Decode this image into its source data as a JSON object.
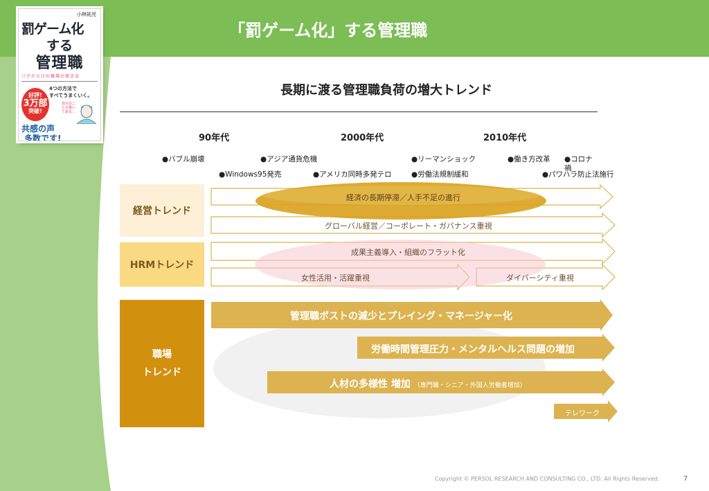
{
  "slide": {
    "title": "「罰ゲーム化」する管理職",
    "copyright": "Copyright © PERSOL RESEARCH AND CONSULTING CO., LTD. All Rights Reserved.",
    "page_number": "7"
  },
  "book": {
    "author": "小林祐児",
    "title_line1": "罰ゲーム化",
    "title_line2": "する",
    "title_line3": "管理職",
    "subtitle": "バグだらけの職場の修正法",
    "desc_line1": "4つの方法で",
    "desc_line2": "すべてうまくいく。",
    "badge_line1": "好評!",
    "badge_big": "3万部",
    "badge_line2": "突破!",
    "bubble": "自分のことが書いてある…",
    "tagline1": "共感の声",
    "tagline2": "多数です!"
  },
  "diagram": {
    "title": "長期に渡る管理職負荷の増大トレンド",
    "decades": [
      "90年代",
      "2000年代",
      "2010年代"
    ],
    "events": [
      "●バブル崩壊",
      "●アジア通貨危機",
      "●リーマンショック",
      "●働き方改革",
      "●コロナ",
      "禍",
      "●Windows95発売",
      "●アメリカ同時多発テロ",
      "●労働法規制緩和",
      "●パワハラ防止法施行"
    ],
    "row_labels": {
      "keiei": "経営トレンド",
      "hrm": "HRMトレンド",
      "shokuba_line1": "職場",
      "shokuba_line2": "トレンド"
    },
    "bars": {
      "keiei_1": "経済の長期停滞／人手不足の進行",
      "keiei_2": "グローバル経営／コーポレート・ガバナンス重視",
      "hrm_1": "成果主義導入・組織のフラット化",
      "hrm_2a": "女性活用・活躍重視",
      "hrm_2b": "ダイバーシティ重視",
      "shokuba_1": "管理職ポストの減少とプレイング・マネージャー化",
      "shokuba_2": "労働時間管理圧力・メンタルヘルス問題の増加",
      "shokuba_3": "人材の多様性 増加",
      "shokuba_3_note": "（専門職・シニア・外国人労働者増加）",
      "shokuba_4": "テレワーク"
    },
    "colors": {
      "header_green": "#7cbd55",
      "arrow_gold": "#dcb350",
      "label_dark_gold": "#d2900f",
      "label_light": "#fdf0d6",
      "label_mid": "#fad983"
    }
  }
}
